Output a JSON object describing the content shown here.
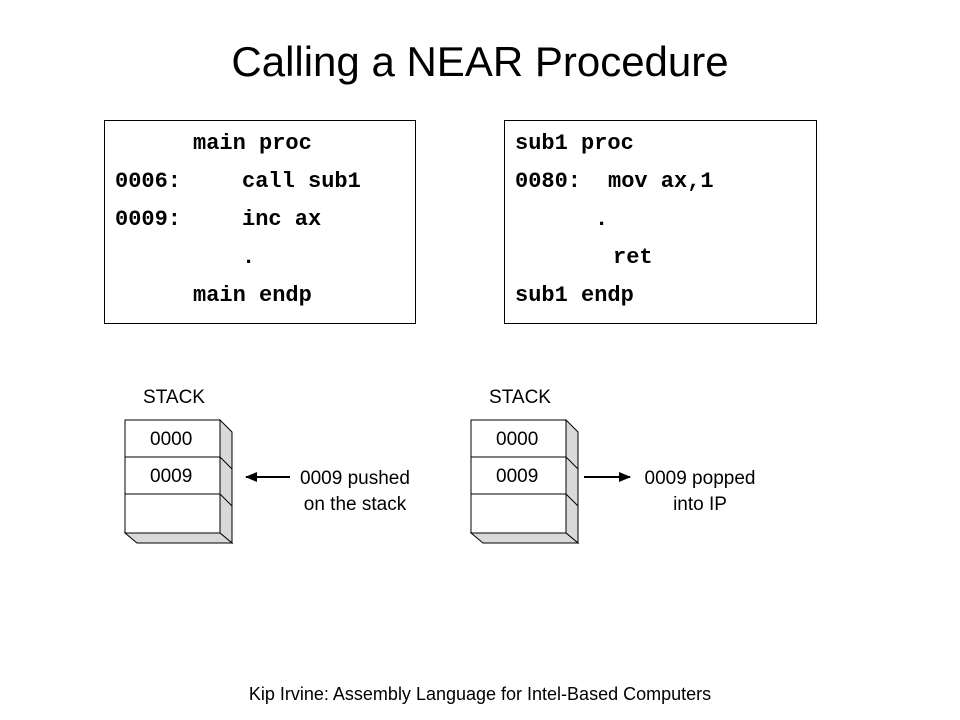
{
  "title": "Calling a NEAR Procedure",
  "main_code": [
    {
      "addr": "",
      "code": "main proc"
    },
    {
      "addr": "0006:",
      "code": "call sub1"
    },
    {
      "addr": "0009:",
      "code": "inc ax"
    },
    {
      "addr": "",
      "code": "."
    },
    {
      "addr": "",
      "code": "main endp"
    }
  ],
  "sub_code": [
    {
      "addr": "",
      "code": "sub1 proc"
    },
    {
      "addr": "0080:",
      "code": "mov ax,1"
    },
    {
      "addr": "",
      "code": "."
    },
    {
      "addr": "",
      "code": "ret"
    },
    {
      "addr": "",
      "code": "sub1 endp"
    }
  ],
  "stack_left": {
    "label": "STACK",
    "cells": [
      "0000",
      "0009",
      ""
    ],
    "note_line1": "0009 pushed",
    "note_line2": "on the stack"
  },
  "stack_right": {
    "label": "STACK",
    "cells": [
      "0000",
      "0009",
      ""
    ],
    "note_line1": "0009 popped",
    "note_line2": "into IP"
  },
  "footer": "Kip Irvine: Assembly Language for Intel-Based Computers"
}
